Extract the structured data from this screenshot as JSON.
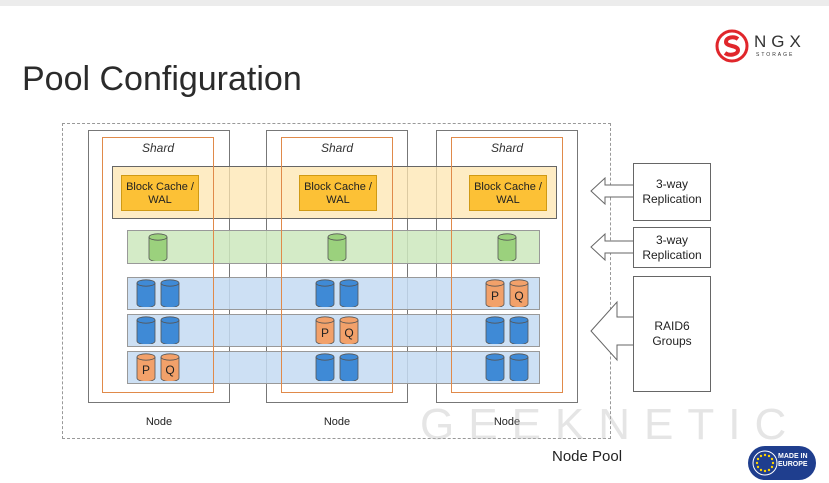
{
  "title": "Pool Configuration",
  "logo": {
    "text": "NGX",
    "subtext": "STORAGE",
    "brand_color": "#e0262b"
  },
  "shards": [
    {
      "label": "Shard",
      "cache_label": "Block Cache / WAL",
      "node_label": "Node",
      "raid_rows": [
        [
          "data",
          "data"
        ],
        [
          "data",
          "data"
        ],
        [
          "P",
          "Q"
        ]
      ]
    },
    {
      "label": "Shard",
      "cache_label": "Block Cache / WAL",
      "node_label": "Node",
      "raid_rows": [
        [
          "data",
          "data"
        ],
        [
          "P",
          "Q"
        ],
        [
          "data",
          "data"
        ]
      ]
    },
    {
      "label": "Shard",
      "cache_label": "Block Cache / WAL",
      "node_label": "Node",
      "raid_rows": [
        [
          "P",
          "Q"
        ],
        [
          "data",
          "data"
        ],
        [
          "data",
          "data"
        ]
      ]
    }
  ],
  "annotations": {
    "replication_cache": "3-way Replication",
    "replication_meta": "3-way Replication",
    "raid": "RAID6 Groups"
  },
  "pool_label": "Node Pool",
  "watermark": "GEEKNETIC",
  "badge": {
    "line1": "MADE IN",
    "line2": "EUROPE"
  },
  "colors": {
    "cache_fill": "#fcc136",
    "cache_band": "#fde6b0",
    "meta_band": "#cde7bd",
    "meta_disk": "#9bd17d",
    "raid_band": "#c4daf2",
    "data_disk": "#3f8ad6",
    "parity_disk": "#f2a16a",
    "shard_border": "#e08a4a"
  }
}
